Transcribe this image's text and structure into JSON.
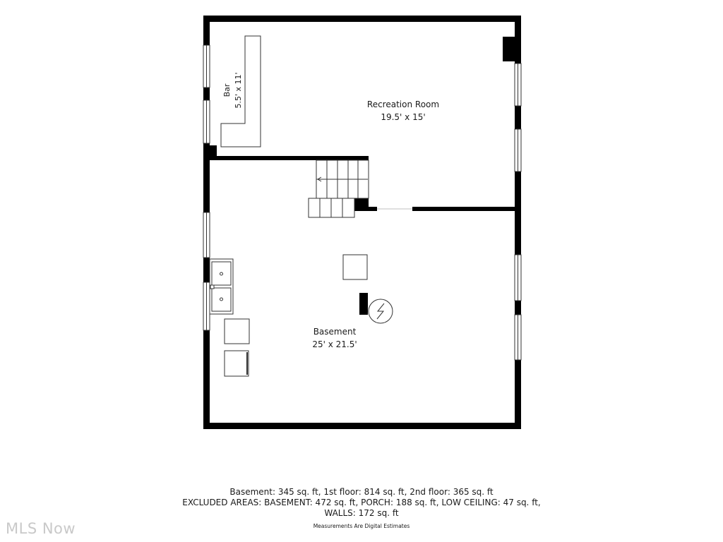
{
  "rooms": {
    "recreation": {
      "name": "Recreation Room",
      "dims": "19.5' x 15'"
    },
    "bar": {
      "name": "Bar",
      "dims": "5.5' x 11'"
    },
    "basement": {
      "name": "Basement",
      "dims": "25' x 21.5'"
    }
  },
  "summary": {
    "line1": "Basement: 345 sq. ft, 1st floor: 814 sq. ft, 2nd floor: 365 sq. ft",
    "line2": "EXCLUDED AREAS: BASEMENT: 472 sq. ft, PORCH: 188 sq. ft, LOW CEILING: 47 sq. ft,",
    "line3": "WALLS: 172 sq. ft",
    "note": "Measurements Are Digital Estimates"
  },
  "watermark": "MLS Now",
  "colors": {
    "wall": "#000000",
    "line": "#333333",
    "watermark": "#c9c9c9"
  },
  "icons": {
    "water_heater": "lightning-circle-icon",
    "sink": "double-sink-icon"
  }
}
